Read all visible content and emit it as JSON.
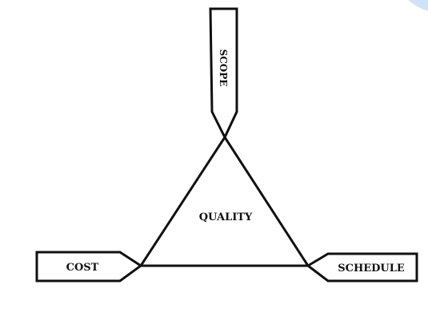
{
  "diagram": {
    "center_label": "QUALITY",
    "top_label": "SCOPE",
    "left_label": "COST",
    "right_label": "SCHEDULE"
  },
  "colors": {
    "stroke": "#111111",
    "fill": "#ffffff",
    "corner_accent": "#cfe3f7"
  }
}
